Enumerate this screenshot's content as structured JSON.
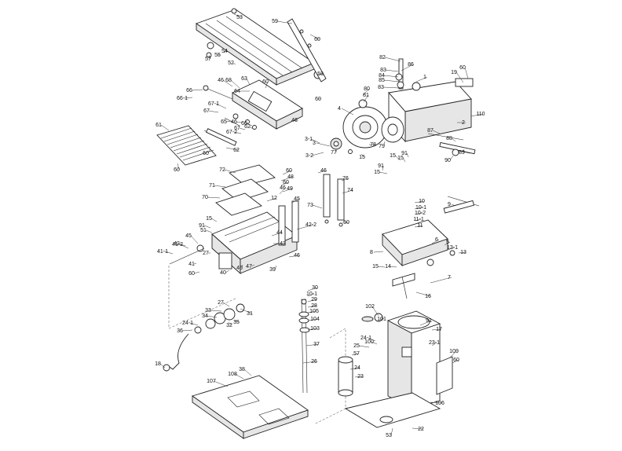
{
  "diagram": {
    "type": "exploded-parts-diagram",
    "part_labels": [
      "53",
      "59",
      "60",
      "52",
      "54",
      "55",
      "57",
      "58",
      "60",
      "66",
      "46",
      "68",
      "63",
      "60",
      "64",
      "66-1",
      "67-1",
      "67",
      "65",
      "46",
      "60",
      "67",
      "67-2",
      "62",
      "46",
      "61",
      "62",
      "60",
      "60",
      "82",
      "86",
      "1",
      "19",
      "60",
      "83",
      "84",
      "85",
      "83",
      "80",
      "81",
      "4",
      "110",
      "2",
      "3-1",
      "3",
      "3-2",
      "77",
      "15",
      "78",
      "79",
      "87",
      "88",
      "89",
      "90",
      "15",
      "91",
      "15",
      "91",
      "15",
      "72",
      "71",
      "70",
      "60",
      "48",
      "60",
      "49",
      "12",
      "46",
      "46",
      "76",
      "74",
      "73",
      "50",
      "45",
      "44",
      "15",
      "91",
      "51",
      "42-2",
      "42",
      "45",
      "43",
      "41-2",
      "27",
      "41-1",
      "41",
      "60",
      "40",
      "46",
      "47",
      "39",
      "46",
      "9",
      "10",
      "10-1",
      "10-2",
      "11-1",
      "11",
      "8",
      "6",
      "5",
      "13-1",
      "13",
      "7",
      "15",
      "14",
      "16",
      "30",
      "10-1",
      "29",
      "28",
      "105",
      "104",
      "103",
      "102",
      "101",
      "91",
      "17",
      "27",
      "31",
      "33",
      "34",
      "35",
      "32",
      "24-1",
      "36",
      "37",
      "26",
      "25",
      "24-1",
      "100",
      "57",
      "24",
      "23",
      "23-1",
      "109",
      "60",
      "18",
      "38",
      "108",
      "107",
      "106",
      "53",
      "22",
      "60"
    ]
  }
}
